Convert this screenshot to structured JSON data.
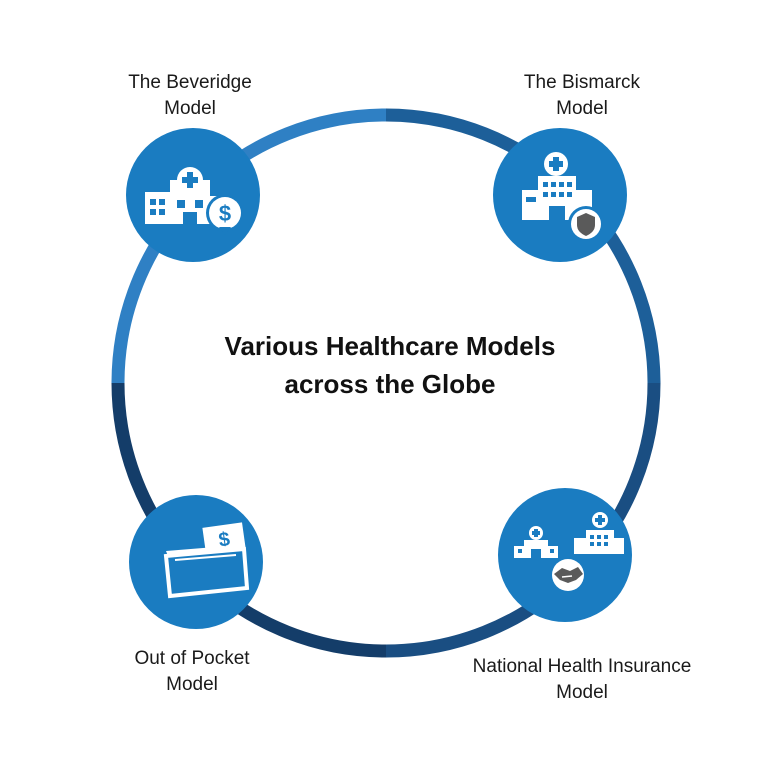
{
  "title": {
    "line1": "Various Healthcare Models",
    "line2": "across the Globe"
  },
  "models": [
    {
      "line1": "The Beveridge",
      "line2": "Model",
      "icon": "hospital-dollar-icon"
    },
    {
      "line1": "The Bismarck",
      "line2": "Model",
      "icon": "hospital-shield-icon"
    },
    {
      "line1": "Out of Pocket",
      "line2": "Model",
      "icon": "wallet-cash-icon"
    },
    {
      "line1": "National Health Insurance",
      "line2": "Model",
      "icon": "hospitals-handshake-icon"
    }
  ],
  "colors": {
    "circle_fill": "#1a7cc1",
    "ring_light": "#2f80c4",
    "ring_mid": "#1d5f99",
    "ring_dark": "#143d69",
    "icon_white": "#ffffff",
    "icon_dark": "#5a5a5a"
  }
}
